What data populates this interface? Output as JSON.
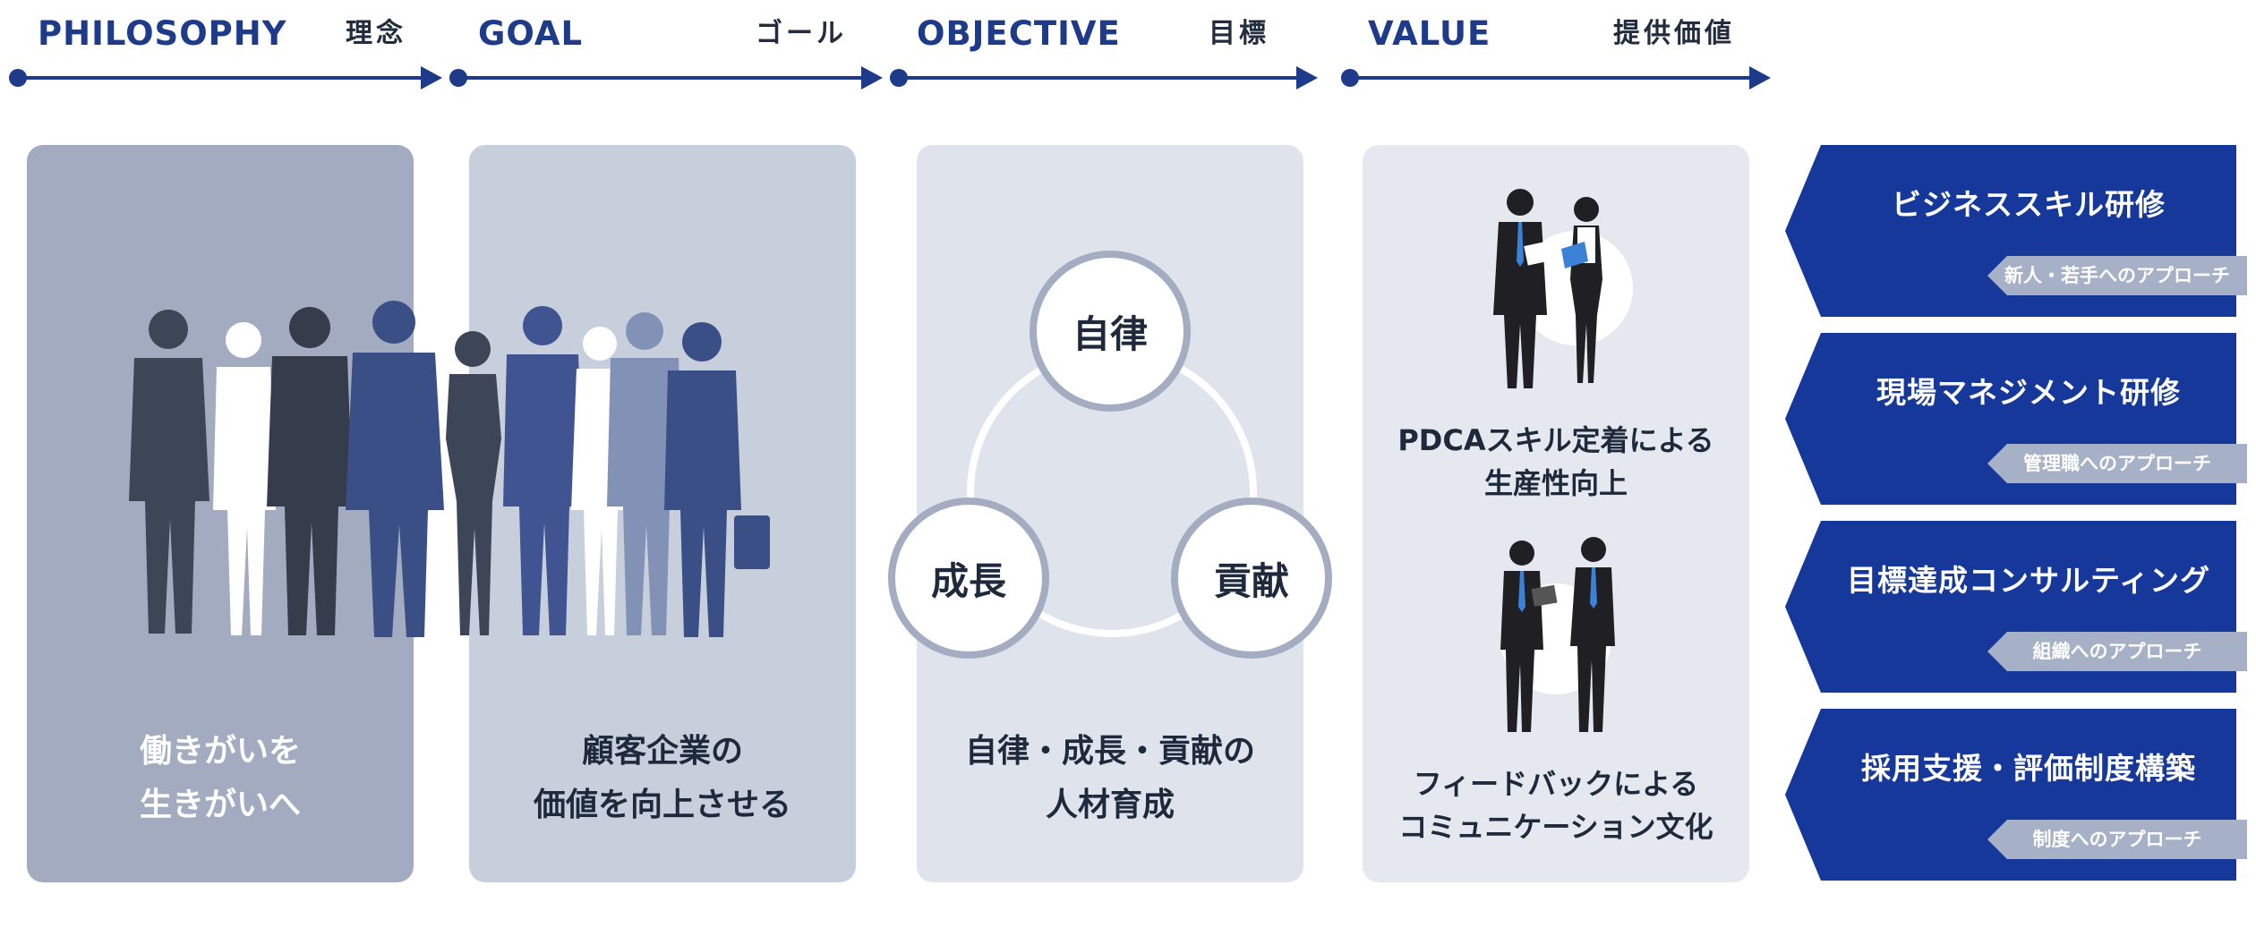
{
  "headers": [
    {
      "en": "PHILOSOPHY",
      "jp": "理念"
    },
    {
      "en": "GOAL",
      "jp": "ゴール"
    },
    {
      "en": "OBJECTIVE",
      "jp": "目標"
    },
    {
      "en": "VALUE",
      "jp": "提供価値"
    }
  ],
  "philosophy": {
    "line1": "働きがいを",
    "line2": "生きがいへ"
  },
  "goal": {
    "line1": "顧客企業の",
    "line2": "価値を向上させる"
  },
  "objective": {
    "circles": {
      "top": "自律",
      "left": "成長",
      "right": "貢献"
    },
    "line1": "自律・成長・貢献の",
    "line2": "人材育成"
  },
  "value": {
    "item1": {
      "line1": "PDCAスキル定着による",
      "line2": "生産性向上"
    },
    "item2": {
      "line1": "フィードバックによる",
      "line2": "コミュニケーション文化"
    }
  },
  "services": [
    {
      "title": "ビジネススキル研修",
      "tag": "新人・若手へのアプローチ"
    },
    {
      "title": "現場マネジメント研修",
      "tag": "管理職へのアプローチ"
    },
    {
      "title": "目標達成コンサルティング",
      "tag": "組織へのアプローチ"
    },
    {
      "title": "採用支援・評価制度構築",
      "tag": "制度へのアプローチ"
    }
  ],
  "colors": {
    "brand_blue": "#1e3a8a",
    "service_blue": "#15389a",
    "panel_philosophy": "#a2abc0",
    "panel_goal": "#c7cedc",
    "panel_objective": "#dfe3ec",
    "panel_value": "#e5e8ef"
  }
}
